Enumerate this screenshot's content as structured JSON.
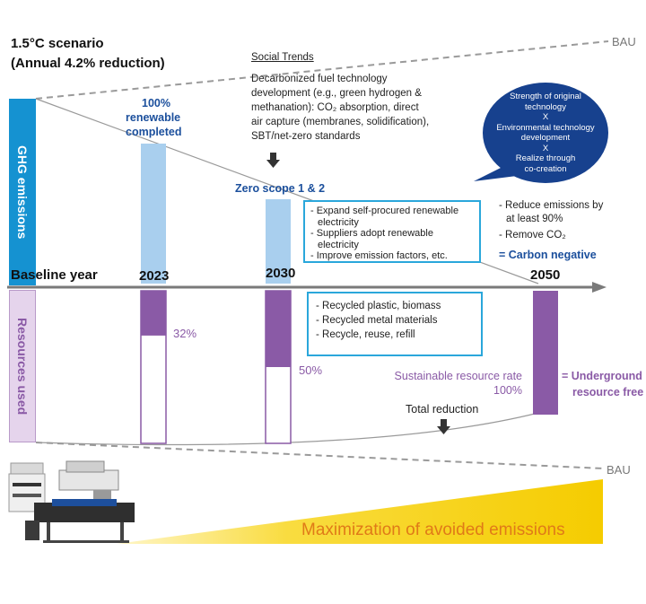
{
  "scenario": {
    "line1": "1.5°C scenario",
    "line2": "(Annual 4.2% reduction)"
  },
  "bau_top": "BAU",
  "bau_bottom": "BAU",
  "social_trends": {
    "heading": "Social Trends",
    "lines": [
      "Decarbonized fuel technology",
      "development (e.g., green hydrogen &",
      "methanation): CO₂ absorption, direct",
      "air capture (membranes, solidification),",
      "SBT/net-zero standards"
    ]
  },
  "side_labels": {
    "ghg": "GHG emissions",
    "resources": "Resources used"
  },
  "milestones": {
    "renewable": [
      "100%",
      "renewable",
      "completed"
    ],
    "zero_scope": "Zero scope 1 & 2",
    "carbon_negative": "= Carbon negative"
  },
  "years": {
    "baseline": "Baseline year",
    "y2023": "2023",
    "y2030": "2030",
    "y2050": "2050"
  },
  "ghg_actions": [
    "- Expand self-procured renewable",
    "  electricity",
    "- Suppliers adopt renewable",
    "  electricity",
    "- Improve emission factors, etc."
  ],
  "resource_actions": [
    "- Recycled plastic, biomass",
    "- Recycled metal materials",
    "- Recycle, reuse, refill"
  ],
  "resource_pct": {
    "y2023": "32%",
    "y2030": "50%"
  },
  "resource_levels": {
    "y2023": 0.32,
    "y2030": 0.5,
    "y2050": 1.0
  },
  "bubble": [
    "Strength of original",
    "technology",
    "X",
    "Environmental technology",
    "development",
    "X",
    "Realize through",
    "co-creation"
  ],
  "reduce_items": [
    "- Reduce emissions by",
    "  at least 90%",
    "- Remove CO₂"
  ],
  "sustainable": {
    "line1": "Sustainable resource rate",
    "line2": "100%"
  },
  "underground": {
    "line1": "= Underground",
    "line2": "resource free"
  },
  "total_reduction": "Total reduction",
  "avoided": "Maximization of avoided emissions",
  "colors": {
    "blue": "#1592d1",
    "light_blue": "#a9cfee",
    "purple": "#8a5aa6",
    "navy": "#17418e",
    "yellow": "#f7d20d",
    "orange": "#e07a18"
  }
}
